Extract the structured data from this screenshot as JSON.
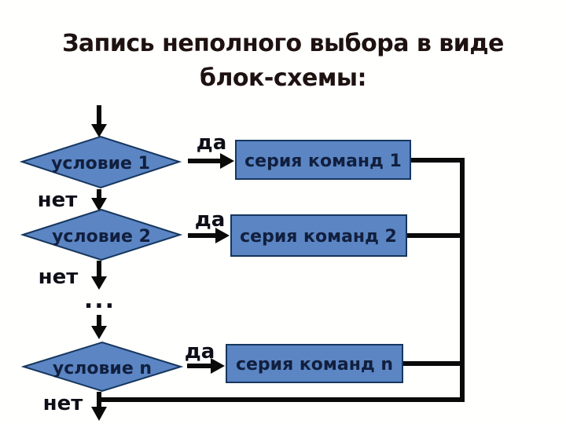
{
  "title": {
    "line1": "Запись неполного выбора в виде",
    "line2": "блок-схемы:"
  },
  "diagram": {
    "type": "flowchart",
    "ellipsis": "...",
    "rows": [
      {
        "condition": "условие 1",
        "yes": "да",
        "no": "нет",
        "series": "серия команд 1"
      },
      {
        "condition": "условие 2",
        "yes": "да",
        "no": "нет",
        "series": "серия команд 2"
      },
      {
        "condition": "условие n",
        "yes": "да",
        "no": "нет",
        "series": "серия команд n"
      }
    ],
    "colors": {
      "background": "#fffffd",
      "title_text": "#1e1210",
      "shape_fill": "#5b85c3",
      "shape_border": "#16365e",
      "shape_text": "#111f3e",
      "label_text": "#0e0e18",
      "line": "#0a0a0a"
    }
  }
}
